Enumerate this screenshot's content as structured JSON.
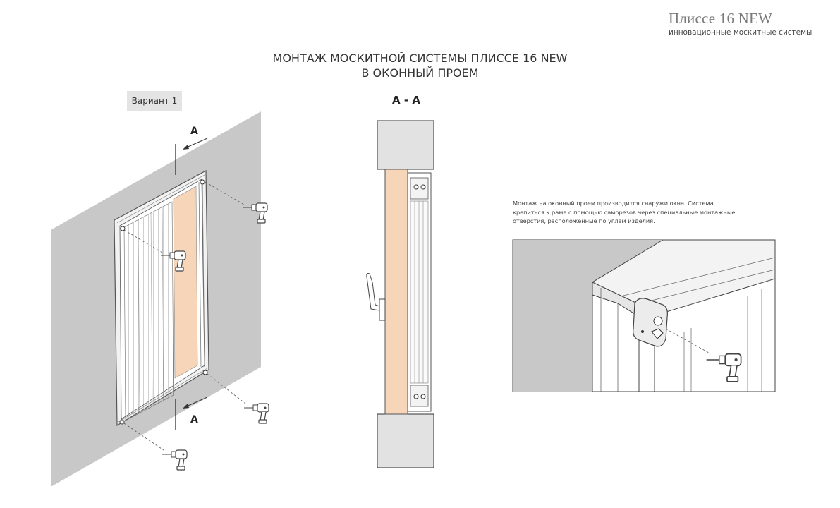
{
  "brand": {
    "title": "Плиссе 16 NEW",
    "subtitle": "инновационные москитные системы"
  },
  "title": {
    "line1": "МОНТАЖ МОСКИТНОЙ СИСТЕМЫ ПЛИССЕ 16 NEW",
    "line2": "В ОКОННЫЙ ПРОЕМ"
  },
  "variant": "Вариант 1",
  "section_label": "А - А",
  "cut_labels": {
    "top": "А",
    "bottom": "А"
  },
  "description": {
    "line1": "Монтаж на оконный проем производится снаружи окна. Система",
    "line2": "крепиться к раме с помощью саморезов через специальные монтажные",
    "line3": "отверстия, расположенные по углам изделия."
  },
  "colors": {
    "wall": "#c8c8c8",
    "mesh": "#f7d5b8",
    "frame_stroke": "#555555",
    "wall_block": "#e2e2e2"
  },
  "icons": [
    "drill-icon",
    "screw-icon",
    "cut-arrow-icon",
    "window-handle-icon"
  ]
}
